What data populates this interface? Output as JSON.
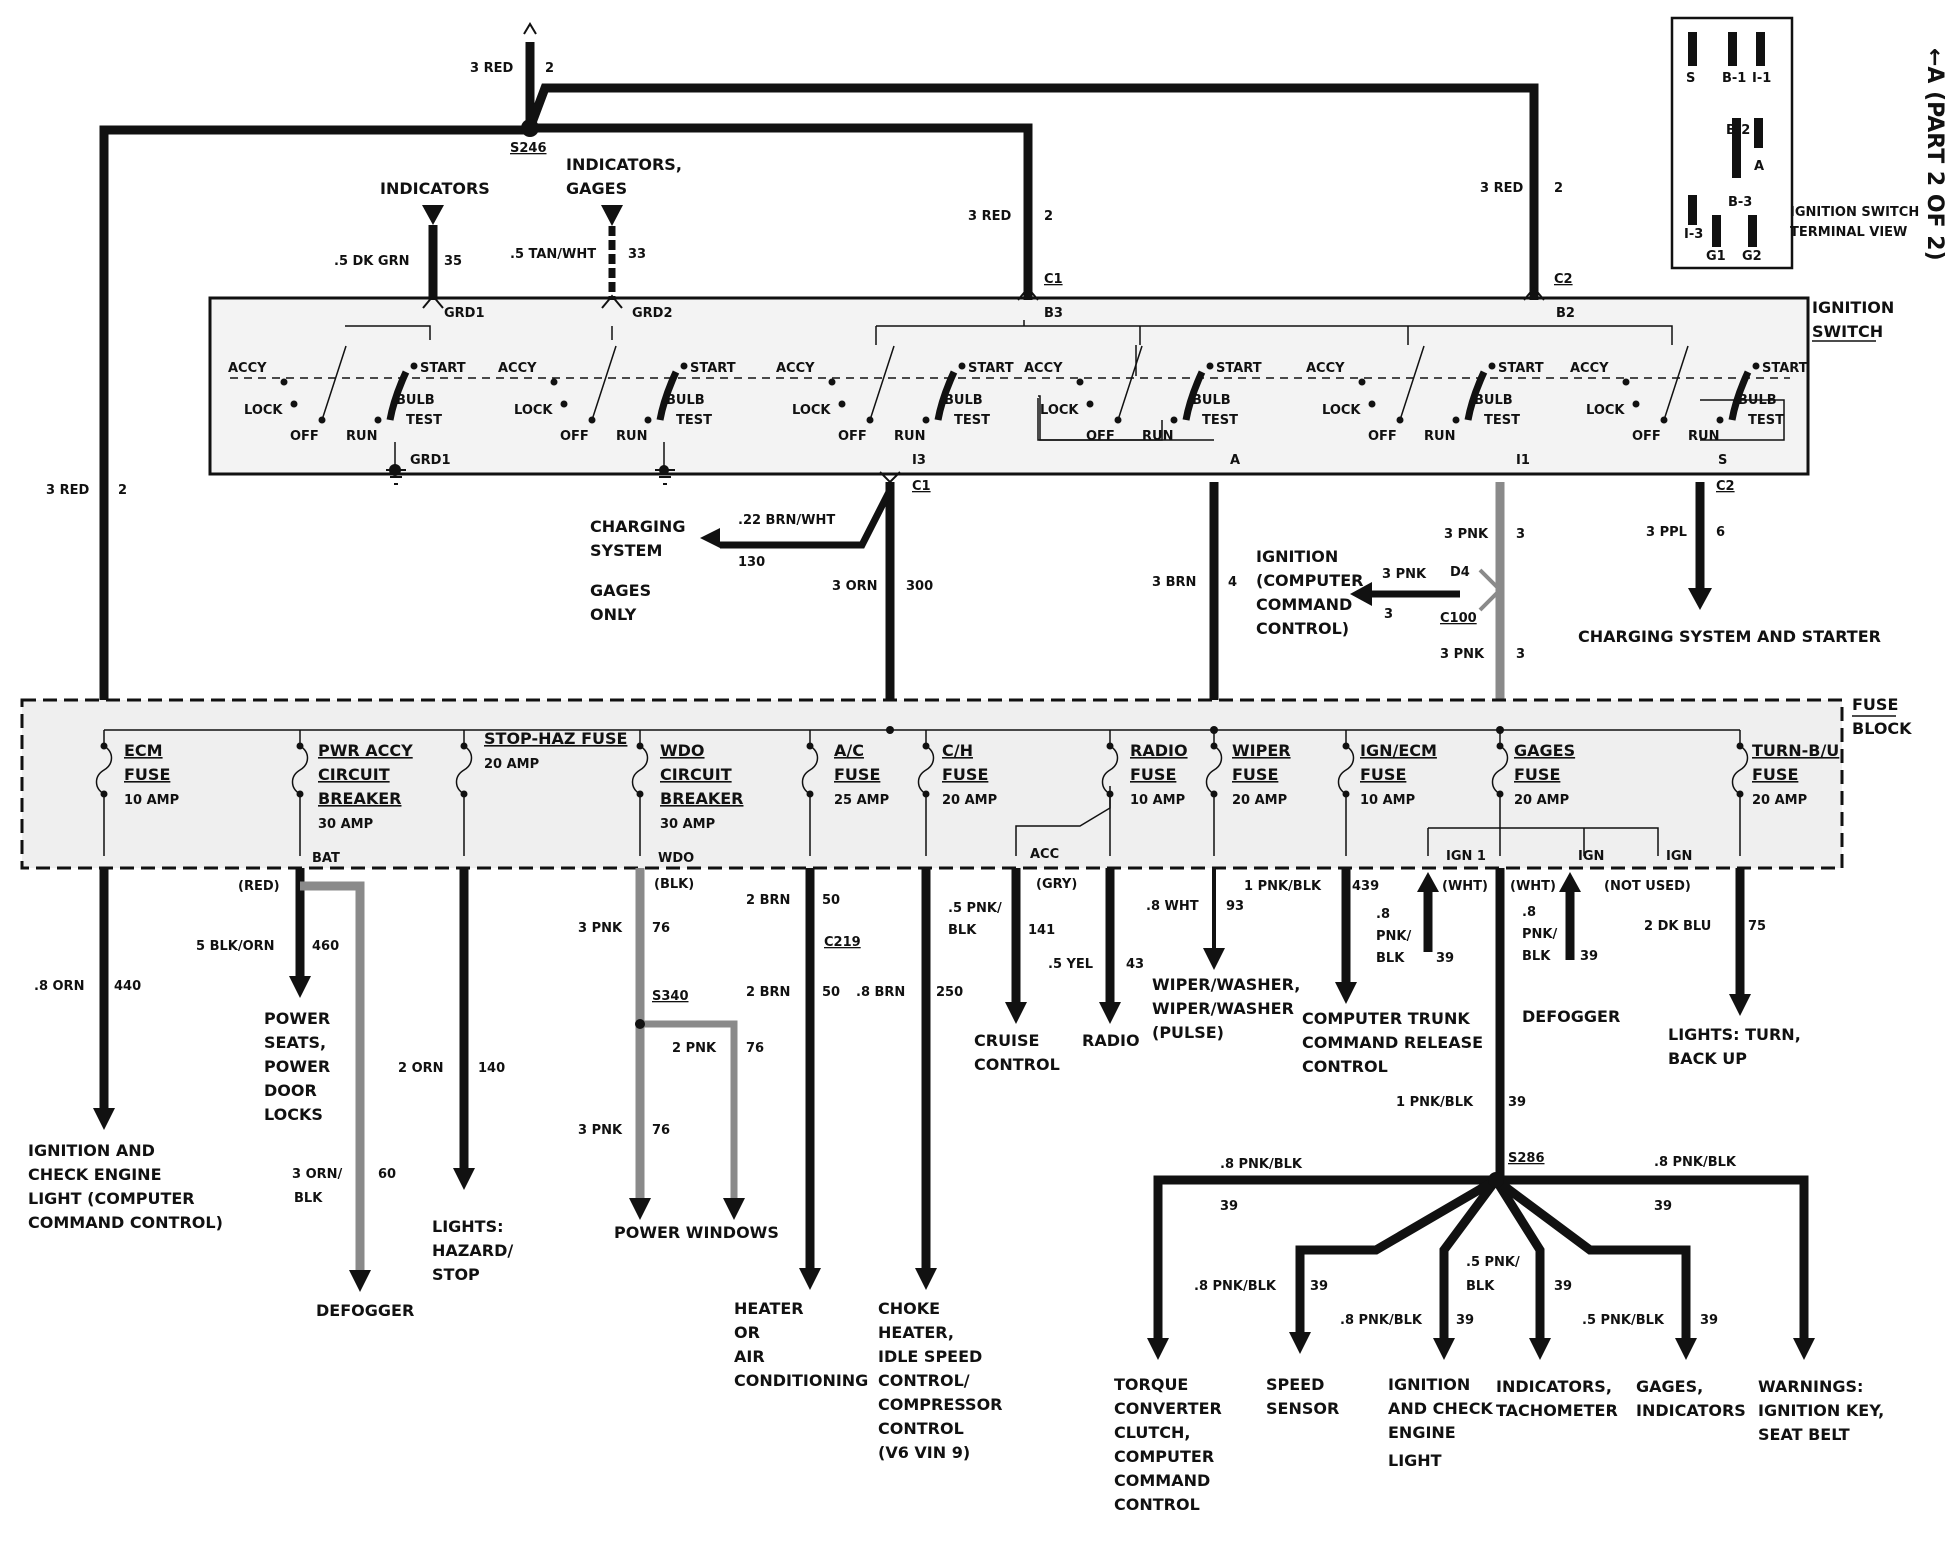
{
  "header": {
    "page_ref": "←A (PART 2 OF 2)"
  },
  "ignition_switch": {
    "title_1": "IGNITION",
    "title_2": "SWITCH",
    "terminal_view_1": "IGNITION SWITCH",
    "terminal_view_2": "TERMINAL VIEW",
    "terminals": [
      "S",
      "B-1",
      "I-1",
      "B-2",
      "A",
      "B-3",
      "I-3",
      "G1",
      "G2"
    ],
    "positions": {
      "accy": "ACCY",
      "lock": "LOCK",
      "off": "OFF",
      "run": "RUN",
      "start": "START",
      "bulb": "BULB",
      "test": "TEST"
    },
    "terminal_labels": {
      "grd1": "GRD1",
      "grd2": "GRD2",
      "b3": "B3",
      "b2": "B2",
      "i3": "I3",
      "a": "A",
      "i1": "I1",
      "s": "S"
    }
  },
  "connectors": {
    "s246": "S246",
    "c1": "C1",
    "c2": "C2",
    "c100": "C100",
    "d4": "D4",
    "c219": "C219",
    "s340": "S340",
    "s286": "S286"
  },
  "wires": {
    "red3": "3 RED",
    "red3_circuit": "2",
    "dkgrn": ".5 DK GRN",
    "dkgrn_circuit": "35",
    "tanwht": ".5 TAN/WHT",
    "tanwht_circuit": "33",
    "brnwht": ".22 BRN/WHT",
    "brnwht_circuit": "130",
    "orn3": "3 ORN",
    "orn3_circuit": "300",
    "brn3": "3 BRN",
    "brn3_circuit": "4",
    "pnk3": "3 PNK",
    "pnk3_circuit": "3",
    "ppl3": "3 PPL",
    "ppl3_circuit": "6",
    "orn8": ".8 ORN",
    "orn8_circuit": "440",
    "red_tag": "(RED)",
    "blkorn5": "5 BLK/ORN",
    "blkorn5_circuit": "460",
    "ornblk3_a": "3 ORN/",
    "ornblk3_b": "BLK",
    "ornblk3_circuit": "60",
    "orn2": "2 ORN",
    "orn2_circuit": "140",
    "blk_tag": "(BLK)",
    "pnk3w": "3 PNK",
    "pnk3w_circuit": "76",
    "pnk2w": "2 PNK",
    "pnk2w_circuit": "76",
    "brn2": "2 BRN",
    "brn2_circuit": "50",
    "brn8": ".8 BRN",
    "brn8_circuit": "250",
    "pnkblk5_a": ".5 PNK/",
    "pnkblk5_b": "BLK",
    "pnkblk5_circuit": "141",
    "gry_tag": "(GRY)",
    "yel5": ".5 YEL",
    "yel5_circuit": "43",
    "wht8": ".8 WHT",
    "wht8_circuit": "93",
    "pnkblk1": "1 PNK/BLK",
    "pnkblk1_circuit": "439",
    "pnkblk8_a": ".8",
    "pnkblk8_b": "PNK/",
    "pnkblk8_c": "BLK",
    "pnkblk8_circuit": "39",
    "wht_tag": "(WHT)",
    "not_used": "(NOT USED)",
    "dkblu2": "2 DK BLU",
    "dkblu2_circuit": "75",
    "pnkblk1b": "1 PNK/BLK",
    "pnkblk1b_circuit": "39",
    "pnkblk8": ".8 PNK/BLK",
    "c39": "39",
    "pnkblk5b_a": ".5 PNK/",
    "pnkblk5b_b": "BLK",
    "pnkblk5c": ".5 PNK/BLK"
  },
  "fuse_block": {
    "title_1": "FUSE",
    "title_2": "BLOCK",
    "ecm": [
      "ECM",
      "FUSE",
      "10 AMP"
    ],
    "pwr": [
      "PWR ACCY",
      "CIRCUIT",
      "BREAKER",
      "30 AMP"
    ],
    "stop": [
      "STOP-HAZ FUSE",
      "20 AMP"
    ],
    "wdo": [
      "WDO",
      "CIRCUIT",
      "BREAKER",
      "30 AMP"
    ],
    "ac": [
      "A/C",
      "FUSE",
      "25 AMP"
    ],
    "ch": [
      "C/H",
      "FUSE",
      "20 AMP"
    ],
    "radio": [
      "RADIO",
      "FUSE",
      "10 AMP"
    ],
    "wiper": [
      "WIPER",
      "FUSE",
      "20 AMP"
    ],
    "ignecm": [
      "IGN/ECM",
      "FUSE",
      "10 AMP"
    ],
    "gages": [
      "GAGES",
      "FUSE",
      "20 AMP"
    ],
    "turn": [
      "TURN-B/U",
      "FUSE",
      "20 AMP"
    ],
    "bat": "BAT",
    "wdo_term": "WDO",
    "acc": "ACC",
    "ign1": "IGN 1",
    "ign": "IGN"
  },
  "destinations": {
    "indicators": "INDICATORS",
    "indicators_gages": [
      "INDICATORS,",
      "GAGES"
    ],
    "charging_gages": [
      "CHARGING",
      "SYSTEM",
      "GAGES",
      "ONLY"
    ],
    "ign_comp": [
      "IGNITION",
      "(COMPUTER",
      "COMMAND",
      "CONTROL)"
    ],
    "charging_starter": "CHARGING SYSTEM AND STARTER",
    "ign_check": [
      "IGNITION AND",
      "CHECK ENGINE",
      "LIGHT (COMPUTER",
      "COMMAND CONTROL)"
    ],
    "power_seats": [
      "POWER",
      "SEATS,",
      "POWER",
      "DOOR",
      "LOCKS"
    ],
    "defogger_left": "DEFOGGER",
    "lights_hazard": [
      "LIGHTS:",
      "HAZARD/",
      "STOP"
    ],
    "power_windows": "POWER WINDOWS",
    "heater": [
      "HEATER",
      "OR",
      "AIR",
      "CONDITIONING"
    ],
    "choke": [
      "CHOKE",
      "HEATER,",
      "IDLE SPEED",
      "CONTROL/",
      "COMPRESSOR",
      "CONTROL",
      "(V6 VIN 9)"
    ],
    "cruise": [
      "CRUISE",
      "CONTROL"
    ],
    "radio": "RADIO",
    "wiper_washer": [
      "WIPER/WASHER,",
      "WIPER/WASHER",
      "(PULSE)"
    ],
    "trunk": [
      "COMPUTER TRUNK",
      "COMMAND RELEASE",
      "CONTROL"
    ],
    "defogger_right": "DEFOGGER",
    "lights_turn": [
      "LIGHTS: TURN,",
      "BACK UP"
    ],
    "torque": [
      "TORQUE",
      "CONVERTER",
      "CLUTCH,",
      "COMPUTER",
      "COMMAND",
      "CONTROL"
    ],
    "speed": [
      "SPEED",
      "SENSOR"
    ],
    "ign_check2": [
      "IGNITION",
      "AND CHECK",
      "ENGINE",
      "LIGHT"
    ],
    "tach": [
      "INDICATORS,",
      "TACHOMETER"
    ],
    "gages_ind": [
      "GAGES,",
      "INDICATORS"
    ],
    "warnings": [
      "WARNINGS:",
      "IGNITION KEY,",
      "SEAT BELT"
    ]
  }
}
